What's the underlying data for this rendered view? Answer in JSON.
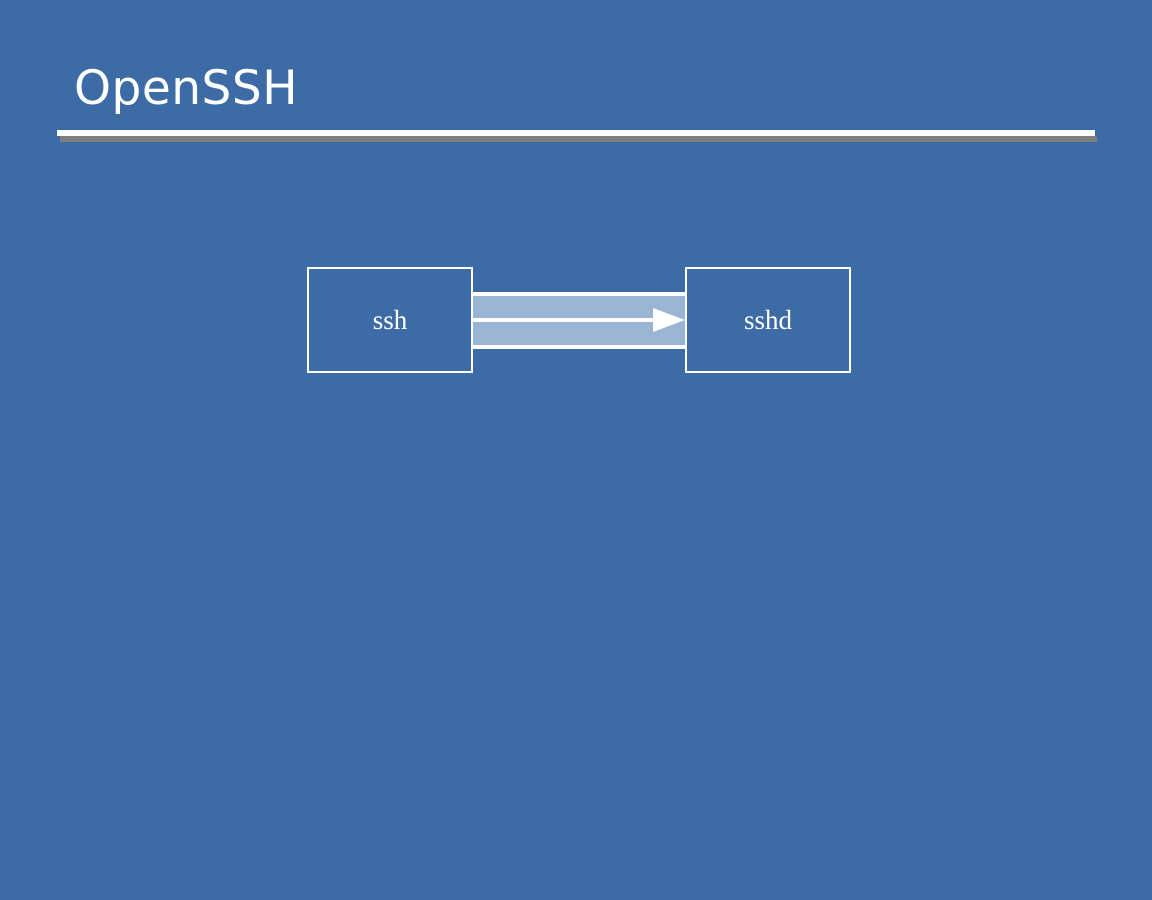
{
  "slide": {
    "title": "OpenSSH",
    "background_color": "#3c6ba5",
    "title_color": "#ffffff",
    "rule_color": "#ffffff",
    "rule_shadow_color": "#7f7f7f"
  },
  "diagram": {
    "type": "block-connector",
    "accent_color": "#9ab4d4",
    "stroke_color": "#ffffff",
    "nodes": [
      {
        "id": "ssh",
        "label": "ssh"
      },
      {
        "id": "sshd",
        "label": "sshd"
      }
    ],
    "connector": {
      "from": "ssh",
      "to": "sshd",
      "direction": "right",
      "arrowhead": "filled-triangle"
    }
  }
}
